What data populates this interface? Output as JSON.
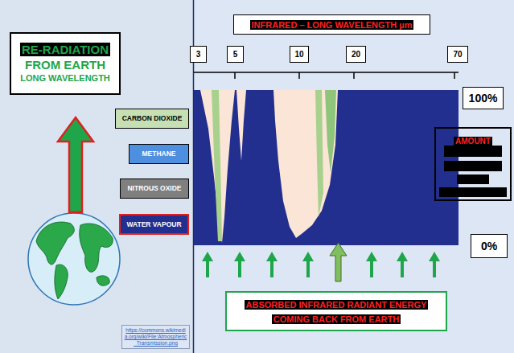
{
  "diagram": {
    "title": "INFRARED – LONG WAVELENGTH µm",
    "nodes": [
      {
        "text": [
          "RE-RADIATION",
          "FROM EARTH",
          "LONG WAVELENGTH"
        ]
      },
      {
        "text": [
          "CARBON DIOXIDE"
        ]
      },
      {
        "text": [
          "METHANE"
        ]
      },
      {
        "text": [
          "NITROUS OXIDE"
        ]
      },
      {
        "text": [
          "WATER VAPOUR"
        ]
      },
      {
        "text": [
          "AMOUNT"
        ]
      },
      {
        "text": [
          "ABSORBED INFRARED RADIANT ENERGY COMING BACK FROM EARTH"
        ]
      }
    ],
    "labels": [
      "3",
      "5",
      "10",
      "20",
      "70",
      "100%",
      "0%",
      "https://commons.wikimedia.org/wiki/File:Atmospheric_Transmission.png"
    ]
  }
}
